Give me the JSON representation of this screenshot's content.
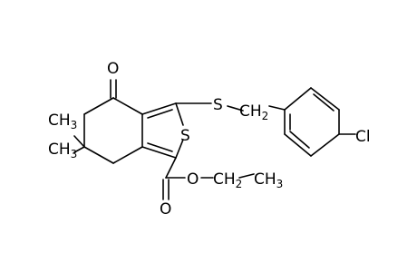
{
  "molecule": {
    "atoms": {
      "o_ketone": "O",
      "s_thioether": "S",
      "ch2_benzyl": "CH",
      "ch2_benzyl_sub": "2",
      "cl": "Cl",
      "me_upper": "CH",
      "me_upper_sub": "3",
      "me_lower": "CH",
      "me_lower_sub": "3",
      "s_ring": "S",
      "o_ester": "O",
      "ch2_ethyl": "CH",
      "ch2_ethyl_sub": "2",
      "ch3_ethyl": "CH",
      "ch3_ethyl_sub": "3",
      "o_carbonyl": "O"
    }
  }
}
